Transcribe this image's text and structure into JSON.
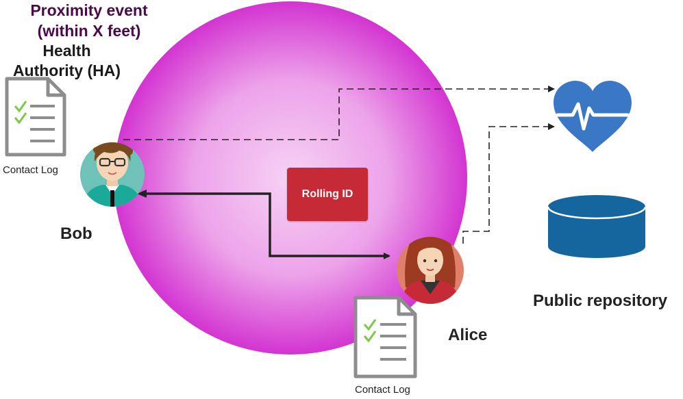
{
  "proximity": {
    "line1": "Proximity event",
    "line2": "(within X feet)"
  },
  "health_authority": {
    "line1": "Health",
    "line2": "Authority (HA)"
  },
  "bob": {
    "name": "Bob",
    "log_label": "Contact Log"
  },
  "alice": {
    "name": "Alice",
    "log_label": "Contact Log"
  },
  "rolling_id": {
    "label": "Rolling ID"
  },
  "repository": {
    "label": "Public repository"
  },
  "colors": {
    "bubble_center": "#f4c6f2",
    "bubble_edge": "#d334d1",
    "rolling_id_box": "#c62a36",
    "heart": "#3a78c6",
    "database": "#15659f",
    "check": "#7ac943"
  }
}
